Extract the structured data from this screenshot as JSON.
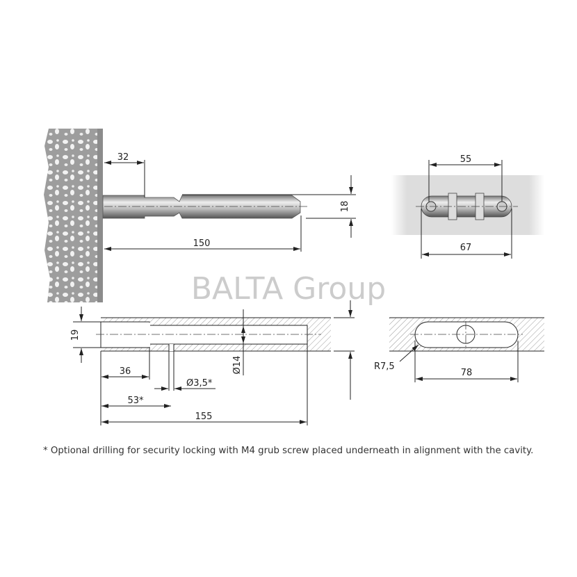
{
  "watermark": "BALTA Group",
  "side_view": {
    "dim_insert": "32",
    "dim_length": "150",
    "dim_diameter": "18"
  },
  "top_view": {
    "dim_inner": "55",
    "dim_outer": "67"
  },
  "section_view": {
    "dim_bore_outer": "19",
    "dim_bore_depth": "36",
    "dim_hole_pos": "53*",
    "dim_hole_dia": "Ø3,5*",
    "dim_bore_inner": "Ø14",
    "dim_total": "155"
  },
  "slot_view": {
    "dim_radius": "R7,5",
    "dim_length": "78"
  },
  "footnote": "* Optional drilling for security locking with M4 grub screw placed underneath in alignment with the cavity.",
  "colors": {
    "line": "#222222",
    "wall": "#9a9a9a",
    "watermark": "#cccccc"
  }
}
